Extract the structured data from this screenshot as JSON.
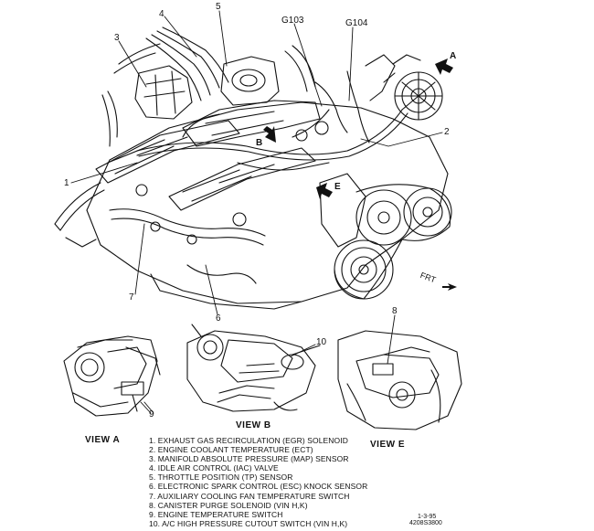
{
  "callouts": {
    "c1": "1",
    "c2": "2",
    "c3": "3",
    "c4": "4",
    "c5": "5",
    "c6": "6",
    "c7": "7",
    "c8": "8",
    "c9": "9",
    "c10": "10",
    "g103": "G103",
    "g104": "G104"
  },
  "direction_tags": {
    "a": "A",
    "b": "B",
    "e": "E",
    "frt": "FRT"
  },
  "views": {
    "view_a": "VIEW  A",
    "view_b": "VIEW  B",
    "view_e": "VIEW  E"
  },
  "legend": [
    "1. EXHAUST GAS RECIRCULATION (EGR) SOLENOID",
    "2. ENGINE COOLANT TEMPERATURE (ECT)",
    "3. MANIFOLD ABSOLUTE PRESSURE (MAP) SENSOR",
    "4. IDLE AIR CONTROL (IAC) VALVE",
    "5. THROTTLE POSITION (TP) SENSOR",
    "6. ELECTRONIC SPARK CONTROL (ESC) KNOCK SENSOR",
    "7. AUXILIARY COOLING FAN TEMPERATURE SWITCH",
    "8. CANISTER PURGE SOLENOID (VIN H,K)",
    "9. ENGINE TEMPERATURE SWITCH",
    "10. A/C HIGH PRESSURE CUTOUT SWITCH (VIN H,K)"
  ],
  "figure_code": {
    "date": "1-3-95",
    "number": "4208S3800"
  }
}
